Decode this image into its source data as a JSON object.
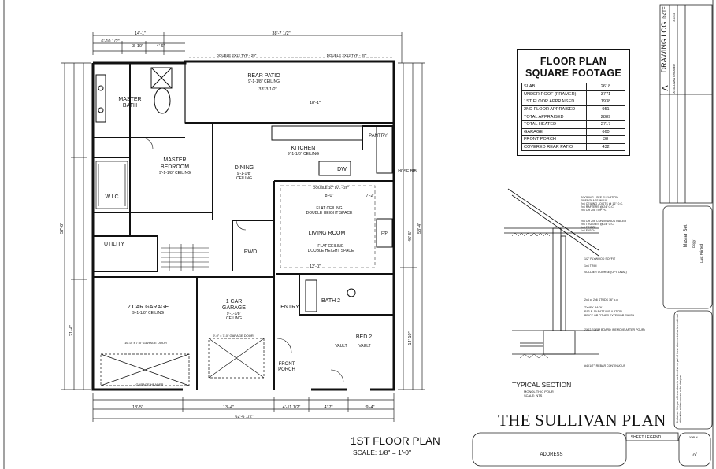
{
  "sqft_table": {
    "title_line1": "FLOOR PLAN",
    "title_line2": "SQUARE FOOTAGE",
    "rows": [
      {
        "label": "SLAB",
        "value": "2618"
      },
      {
        "label": "UNDER ROOF (FRAMER)",
        "value": "3771"
      },
      {
        "label": "1ST FLOOR APPRAISED",
        "value": "1938"
      },
      {
        "label": "2ND FLOOR APPRAISED",
        "value": "951"
      },
      {
        "label": "TOTAL APPRAISED",
        "value": "2889"
      },
      {
        "label": "TOTAL HEATED",
        "value": "2717"
      },
      {
        "label": "GARAGE",
        "value": "660"
      },
      {
        "label": "FRONT PORCH",
        "value": "38"
      },
      {
        "label": "COVERED REAR PATIO",
        "value": "432"
      }
    ]
  },
  "plan_name": "THE SULLIVAN PLAN",
  "floor_title": "1ST FLOOR PLAN",
  "scale": "SCALE: 1/8\" = 1'-0\"",
  "rooms": {
    "rear_patio": "REAR PATIO",
    "rear_patio_ceiling": "9'-1-1/8\" CEILING",
    "master_bath": "MASTER",
    "master_bath2": "BATH",
    "master_bedroom": "MASTER",
    "master_bedroom2": "BEDROOM",
    "master_bedroom_ceiling": "9'-1-1/8\" CEILING",
    "dining": "DINING",
    "dining_ceiling": "9'-1-1/8\"",
    "dining_ceiling2": "CEILING",
    "kitchen": "KITCHEN",
    "kitchen_ceiling": "9'-1-1/8\" CEILING",
    "pantry": "PANTRY",
    "dw": "DW",
    "wic": "W.I.C.",
    "living_room": "LIVING ROOM",
    "flat_ceiling": "FLAT CEILING",
    "double_height": "DOUBLE HEIGHT SPACE",
    "utility": "UTILITY",
    "pwd": "PWD",
    "two_car_garage": "2 CAR GARAGE",
    "two_car_garage_ceiling": "9'-1-1/8\" CEILING",
    "one_car_garage": "1 CAR",
    "one_car_garage2": "GARAGE",
    "one_car_garage_ceiling": "9'-1-1/8\"",
    "one_car_garage_ceiling2": "CEILING",
    "entry": "ENTRY",
    "bath2": "BATH 2",
    "bed2": "BED 2",
    "vault1": "VAULT",
    "vault2": "VAULT",
    "front_porch": "FRONT",
    "front_porch2": "PORCH",
    "garage_door_1": "16'-0\" x 7'-0\" GARAGE DOOR",
    "garage_door_2": "9'-0\" x 7'-0\" GARAGE DOOR",
    "garage_header": "GARAGE HEADER",
    "hose_bib": "HOSE BIB",
    "fp": "F/P"
  },
  "dimensions": {
    "top1": "14'-1\"",
    "top2": "38'-7 1/2\"",
    "top3": "6'-10 1/2\"",
    "top4": "3'-10\"",
    "top5": "4'-6\"",
    "patio1": "33'-3 1/2\"",
    "patio2": "18'-1\"",
    "bot1": "18'-5\"",
    "bot2": "13'-4\"",
    "bot3": "4'-11 1/2\"",
    "bot4": "4'-7\"",
    "bot5": "9'-4\"",
    "bot_total": "62'-6 1/2\"",
    "left1": "57'-6\"",
    "left2": "21'-4\"",
    "right1": "58'-4\"",
    "right2": "14'-10\"",
    "right3": "46'-5\"",
    "living1": "12'-0\"",
    "living2": "8'-0\"",
    "living3": "7'-2\"",
    "kitchen_double": "DOUBLE 10\" LVL - 29\"",
    "double_truss": "DOUBLE 2X12 TYP - 29\""
  },
  "section": {
    "title": "TYPICAL SECTION",
    "sub1": "MONOLITHIC POUR",
    "sub2": "SCALE: NTS",
    "notes": [
      "ROOFING - SEE ELEVATION",
      "FIBERGLASS INSUL",
      "2x6 CEILING JOISTS @ 16\" O.C.",
      "2x6 RAFTERS @ 24\" O.C.",
      "2x6 OR 2x8 TOP PL",
      "2x4 OR 2x6 CONTINUOUS NAILER",
      "2x6 TRUSSES @ 24\" O.C.",
      "1x6 FRIEZE",
      "1x6 FASCIA",
      "1/2\" PLYWOOD SOFFIT",
      "1x6 TRIM",
      "SOLDIER COURSE (OPTIONAL)",
      "2x4 or 2x6 STUDS 16\" o.c.",
      "TYVEK BACK",
      "R13-R-19 BATT INSULATION",
      "BRICK OR OTHER EXTERIOR FINISH",
      "2X12 FORM BOARD (REMOVE AFTER POUR)",
      "#4 (1/2\") REBAR CONTINUOUS"
    ]
  },
  "title_block": {
    "drawing_log": "DRAWING LOG",
    "date": "DATE",
    "sheet_letter": "A",
    "log_entry": "A SULLIVAN CREATED",
    "log_date": "3/13/18",
    "master_set": "Master Set",
    "copy": "Copy",
    "last_printed": "Last Printed",
    "disclaimer": "Disclaimer: It is part of these plans to confirm that no part of these documents has been altered without the written consent of the designer.",
    "sheet_legend": "SHEET LEGEND",
    "job_no": "JOB #",
    "address": "ADDRESS",
    "of": "of"
  }
}
